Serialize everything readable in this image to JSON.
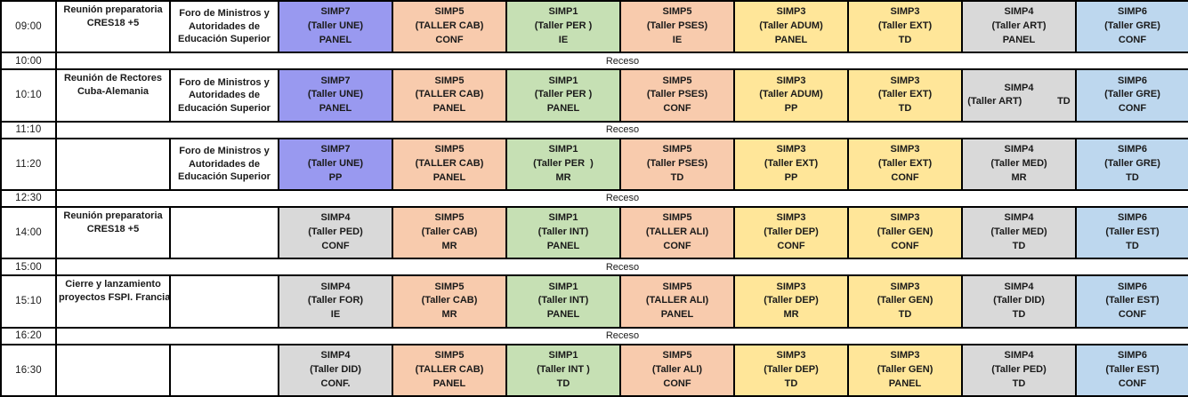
{
  "palette": {
    "purple": "#9999F0",
    "salmon": "#F8CBAD",
    "green": "#C6E0B4",
    "yellow": "#FFE699",
    "gray": "#D9D9D9",
    "blue": "#BDD7EE",
    "border": "#000000",
    "text": "#1a1a1a"
  },
  "receso_label": "Receso",
  "forum_lines": [
    "Foro de Ministros y",
    "Autoridades de",
    "Educación Superior"
  ],
  "rows": [
    {
      "type": "session",
      "time": "09:00",
      "event_lines": [
        "Reunión preparatoria",
        "CRES18 +5"
      ],
      "has_forum": true,
      "cells": [
        {
          "color": "purple",
          "lines": [
            "SIMP7",
            "(Taller UNE)",
            "PANEL"
          ]
        },
        {
          "color": "salmon",
          "lines": [
            "SIMP5",
            "(TALLER CAB)",
            "CONF"
          ]
        },
        {
          "color": "green",
          "lines": [
            "SIMP1",
            "(Taller PER )",
            "IE"
          ]
        },
        {
          "color": "salmon",
          "lines": [
            "SIMP5",
            "(Taller PSES)",
            "IE"
          ]
        },
        {
          "color": "yellow",
          "lines": [
            "SIMP3",
            "(Taller ADUM)",
            "PANEL"
          ]
        },
        {
          "color": "yellow",
          "lines": [
            "SIMP3",
            "(Taller EXT)",
            "TD"
          ]
        },
        {
          "color": "gray",
          "lines": [
            "SIMP4",
            "(Taller ART)",
            "PANEL"
          ]
        },
        {
          "color": "blue",
          "lines": [
            "SIMP6",
            "(Taller GRE)",
            "CONF"
          ]
        }
      ]
    },
    {
      "type": "receso",
      "time": "10:00"
    },
    {
      "type": "session",
      "time": "10:10",
      "event_lines": [
        "Reunión de Rectores",
        "Cuba-Alemania"
      ],
      "has_forum": true,
      "cells": [
        {
          "color": "purple",
          "lines": [
            "SIMP7",
            "(Taller UNE)",
            "PANEL"
          ]
        },
        {
          "color": "salmon",
          "lines": [
            "SIMP5",
            "(TALLER CAB)",
            "PANEL"
          ]
        },
        {
          "color": "green",
          "lines": [
            "SIMP1",
            "(Taller PER )",
            "PANEL"
          ]
        },
        {
          "color": "salmon",
          "lines": [
            "SIMP5",
            "(Taller PSES)",
            "CONF"
          ]
        },
        {
          "color": "yellow",
          "lines": [
            "SIMP3",
            "(Taller ADUM)",
            "PP"
          ]
        },
        {
          "color": "yellow",
          "lines": [
            "SIMP3",
            "(Taller EXT)",
            "TD"
          ]
        },
        {
          "color": "gray",
          "lines": [
            "SIMP4",
            "(Taller ART)             TD"
          ]
        },
        {
          "color": "blue",
          "lines": [
            "SIMP6",
            "(Taller GRE)",
            "CONF"
          ]
        }
      ]
    },
    {
      "type": "receso",
      "time": "11:10"
    },
    {
      "type": "session",
      "time": "11:20",
      "event_lines": [],
      "has_forum": true,
      "cells": [
        {
          "color": "purple",
          "lines": [
            "SIMP7",
            "(Taller UNE)",
            "PP"
          ]
        },
        {
          "color": "salmon",
          "lines": [
            "SIMP5",
            "(TALLER CAB)",
            "PANEL"
          ]
        },
        {
          "color": "green",
          "lines": [
            "SIMP1",
            "(Taller PER  )",
            "MR"
          ]
        },
        {
          "color": "salmon",
          "lines": [
            "SIMP5",
            "(Taller PSES)",
            "TD"
          ]
        },
        {
          "color": "yellow",
          "lines": [
            "SIMP3",
            "(Taller EXT)",
            "PP"
          ]
        },
        {
          "color": "yellow",
          "lines": [
            "SIMP3",
            "(Taller EXT)",
            "CONF"
          ]
        },
        {
          "color": "gray",
          "lines": [
            "SIMP4",
            "(Taller MED)",
            "MR"
          ]
        },
        {
          "color": "blue",
          "lines": [
            "SIMP6",
            "(Taller GRE)",
            "TD"
          ]
        }
      ]
    },
    {
      "type": "receso",
      "time": "12:30"
    },
    {
      "type": "session",
      "time": "14:00",
      "event_lines": [
        "Reunión preparatoria",
        "CRES18 +5"
      ],
      "has_forum": false,
      "cells": [
        {
          "color": "gray",
          "lines": [
            "SIMP4",
            "(Taller PED)",
            "CONF"
          ]
        },
        {
          "color": "salmon",
          "lines": [
            "SIMP5",
            "(Taller CAB)",
            "MR"
          ]
        },
        {
          "color": "green",
          "lines": [
            "SIMP1",
            "(Taller INT)",
            "PANEL"
          ]
        },
        {
          "color": "salmon",
          "lines": [
            "SIMP5",
            "(TALLER ALI)",
            "CONF"
          ]
        },
        {
          "color": "yellow",
          "lines": [
            "SIMP3",
            "(Taller DEP)",
            "CONF"
          ]
        },
        {
          "color": "yellow",
          "lines": [
            "SIMP3",
            "(Taller GEN)",
            "CONF"
          ]
        },
        {
          "color": "gray",
          "lines": [
            "SIMP4",
            "(Taller MED)",
            "TD"
          ]
        },
        {
          "color": "blue",
          "lines": [
            "SIMP6",
            "(Taller EST)",
            "TD"
          ]
        }
      ]
    },
    {
      "type": "receso",
      "time": "15:00"
    },
    {
      "type": "session",
      "time": "15:10",
      "event_lines": [
        "Cierre y lanzamiento",
        "proyectos FSPI. Francia"
      ],
      "has_forum": false,
      "cells": [
        {
          "color": "gray",
          "lines": [
            "SIMP4",
            "(Taller FOR)",
            "IE"
          ]
        },
        {
          "color": "salmon",
          "lines": [
            "SIMP5",
            "(Taller CAB)",
            "MR"
          ]
        },
        {
          "color": "green",
          "lines": [
            "SIMP1",
            "(Taller INT)",
            "PANEL"
          ]
        },
        {
          "color": "salmon",
          "lines": [
            "SIMP5",
            "(TALLER ALI)",
            "PANEL"
          ]
        },
        {
          "color": "yellow",
          "lines": [
            "SIMP3",
            "(Taller DEP)",
            "MR"
          ]
        },
        {
          "color": "yellow",
          "lines": [
            "SIMP3",
            "(Taller GEN)",
            "TD"
          ]
        },
        {
          "color": "gray",
          "lines": [
            "SIMP4",
            "(Taller DID)",
            "TD"
          ]
        },
        {
          "color": "blue",
          "lines": [
            "SIMP6",
            "(Taller EST)",
            "CONF"
          ]
        }
      ]
    },
    {
      "type": "receso",
      "time": "16:20"
    },
    {
      "type": "session",
      "time": "16:30",
      "event_lines": [],
      "has_forum": false,
      "cells": [
        {
          "color": "gray",
          "lines": [
            "SIMP4",
            "(Taller DID)",
            "CONF."
          ]
        },
        {
          "color": "salmon",
          "lines": [
            "SIMP5",
            "(TALLER CAB)",
            "PANEL"
          ]
        },
        {
          "color": "green",
          "lines": [
            "SIMP1",
            "(Taller INT )",
            "TD"
          ]
        },
        {
          "color": "salmon",
          "lines": [
            "SIMP5",
            "(Taller ALI)",
            "CONF"
          ]
        },
        {
          "color": "yellow",
          "lines": [
            "SIMP3",
            "(Taller DEP)",
            "TD"
          ]
        },
        {
          "color": "yellow",
          "lines": [
            "SIMP3",
            "(Taller GEN)",
            "PANEL"
          ]
        },
        {
          "color": "gray",
          "lines": [
            "SIMP4",
            "(Taller PED)",
            "TD"
          ]
        },
        {
          "color": "blue",
          "lines": [
            "SIMP6",
            "(Taller EST)",
            "CONF"
          ]
        }
      ]
    }
  ]
}
